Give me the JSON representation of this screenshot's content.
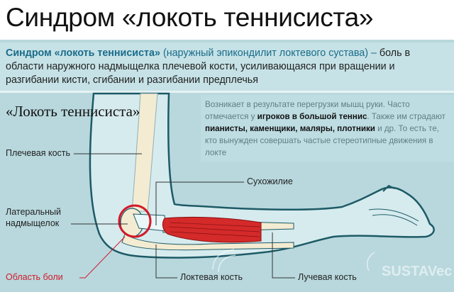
{
  "title": "Синдром «локоть теннисиста»",
  "intro": {
    "term": "Синдром «локоть теннисиста»",
    "parenthetical": "(наружный эпикондилит локтевого сустава) –",
    "description": "боль в области наружного надмыщелка плечевой кости, усиливающаяся при вращении и разгибании кисти, сгибании и разгибании предплечья"
  },
  "subtitle": "«Локоть теннисиста»",
  "note": {
    "part1": "Возникает в результате перегрузки мышц руки. Часто отмечается у ",
    "bold1": "игроков в большой теннис",
    "part2": ". Также им страдают ",
    "bold2": "пианисты, каменщики, маляры, плотники",
    "part3": " и др. То есть те, кто вынужден совершать частые стереотипные движения в локте"
  },
  "labels": {
    "humerus": "Плечевая кость",
    "epicondyle_line1": "Латеральный",
    "epicondyle_line2": "надмыщелок",
    "pain_area": "Область боли",
    "tendon": "Сухожилие",
    "ulna": "Локтевая кость",
    "radius": "Лучевая кость"
  },
  "watermark": "SUSTAVec",
  "colors": {
    "outline": "#1d5a66",
    "bone": "#f3ecd2",
    "muscle": "#d42a2a",
    "pain": "#d11a2a",
    "accent": "#1a6c8a"
  }
}
